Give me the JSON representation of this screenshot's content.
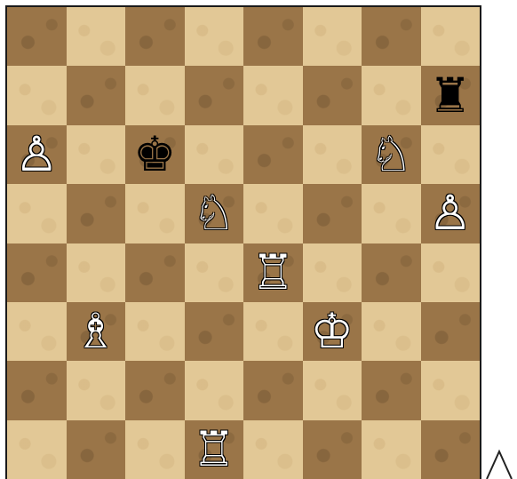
{
  "board": {
    "light_color": "#e2c896",
    "dark_color": "#9a7548",
    "pieces": [
      {
        "square": "h7",
        "glyph": "♜",
        "color": "black",
        "name": "black-rook"
      },
      {
        "square": "a6",
        "glyph": "♙",
        "color": "white",
        "name": "white-pawn"
      },
      {
        "square": "c6",
        "glyph": "♚",
        "color": "black",
        "name": "black-king"
      },
      {
        "square": "g6",
        "glyph": "♘",
        "color": "white",
        "name": "white-knight"
      },
      {
        "square": "d5",
        "glyph": "♘",
        "color": "white",
        "name": "white-knight"
      },
      {
        "square": "h5",
        "glyph": "♙",
        "color": "white",
        "name": "white-pawn"
      },
      {
        "square": "e4",
        "glyph": "♖",
        "color": "white",
        "name": "white-rook"
      },
      {
        "square": "b3",
        "glyph": "♗",
        "color": "white",
        "name": "white-bishop"
      },
      {
        "square": "f3",
        "glyph": "♔",
        "color": "white",
        "name": "white-king"
      },
      {
        "square": "d1",
        "glyph": "♖",
        "color": "white",
        "name": "white-rook"
      }
    ]
  },
  "corner_icon": "triangle-marker-icon"
}
